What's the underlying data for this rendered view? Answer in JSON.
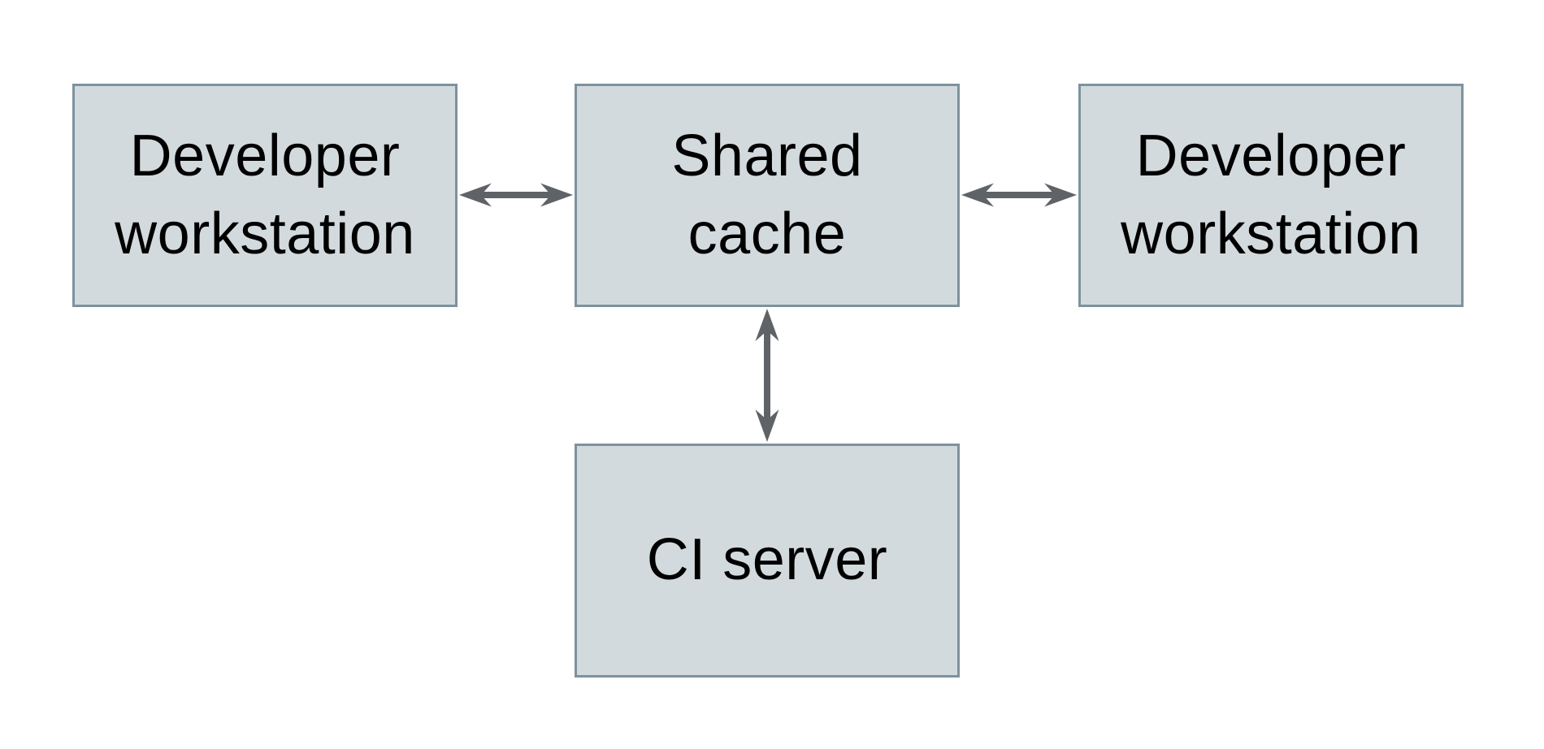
{
  "diagram": {
    "nodes": [
      {
        "id": "developer-workstation-left",
        "label": "Developer workstation",
        "lines": [
          "Developer",
          "workstation"
        ]
      },
      {
        "id": "shared-cache",
        "label": "Shared cache",
        "lines": [
          "Shared",
          "cache"
        ]
      },
      {
        "id": "developer-workstation-right",
        "label": "Developer workstation",
        "lines": [
          "Developer",
          "workstation"
        ]
      },
      {
        "id": "ci-server",
        "label": "CI server",
        "lines": [
          "CI server"
        ]
      }
    ],
    "edges": [
      {
        "from": "developer-workstation-left",
        "to": "shared-cache",
        "direction": "bidirectional"
      },
      {
        "from": "developer-workstation-right",
        "to": "shared-cache",
        "direction": "bidirectional"
      },
      {
        "from": "ci-server",
        "to": "shared-cache",
        "direction": "bidirectional"
      }
    ]
  },
  "colors": {
    "background": "#ffffff",
    "box-fill": "#d3dadd",
    "box-border": "#7d929e",
    "arrow": "#5f6368",
    "text": "#000000"
  }
}
